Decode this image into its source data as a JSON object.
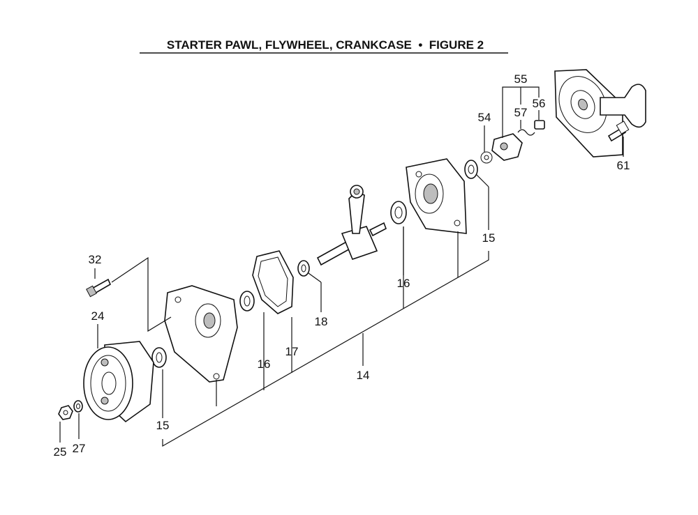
{
  "title": "STARTER PAWL, FLYWHEEL, CRANKCASE  •  FIGURE 2",
  "callouts": {
    "c14": "14",
    "c15a": "15",
    "c15b": "15",
    "c16a": "16",
    "c16b": "16",
    "c17": "17",
    "c18": "18",
    "c24": "24",
    "c25": "25",
    "c27": "27",
    "c32": "32",
    "c54": "54",
    "c55": "55",
    "c56": "56",
    "c57": "57",
    "c61": "61"
  }
}
